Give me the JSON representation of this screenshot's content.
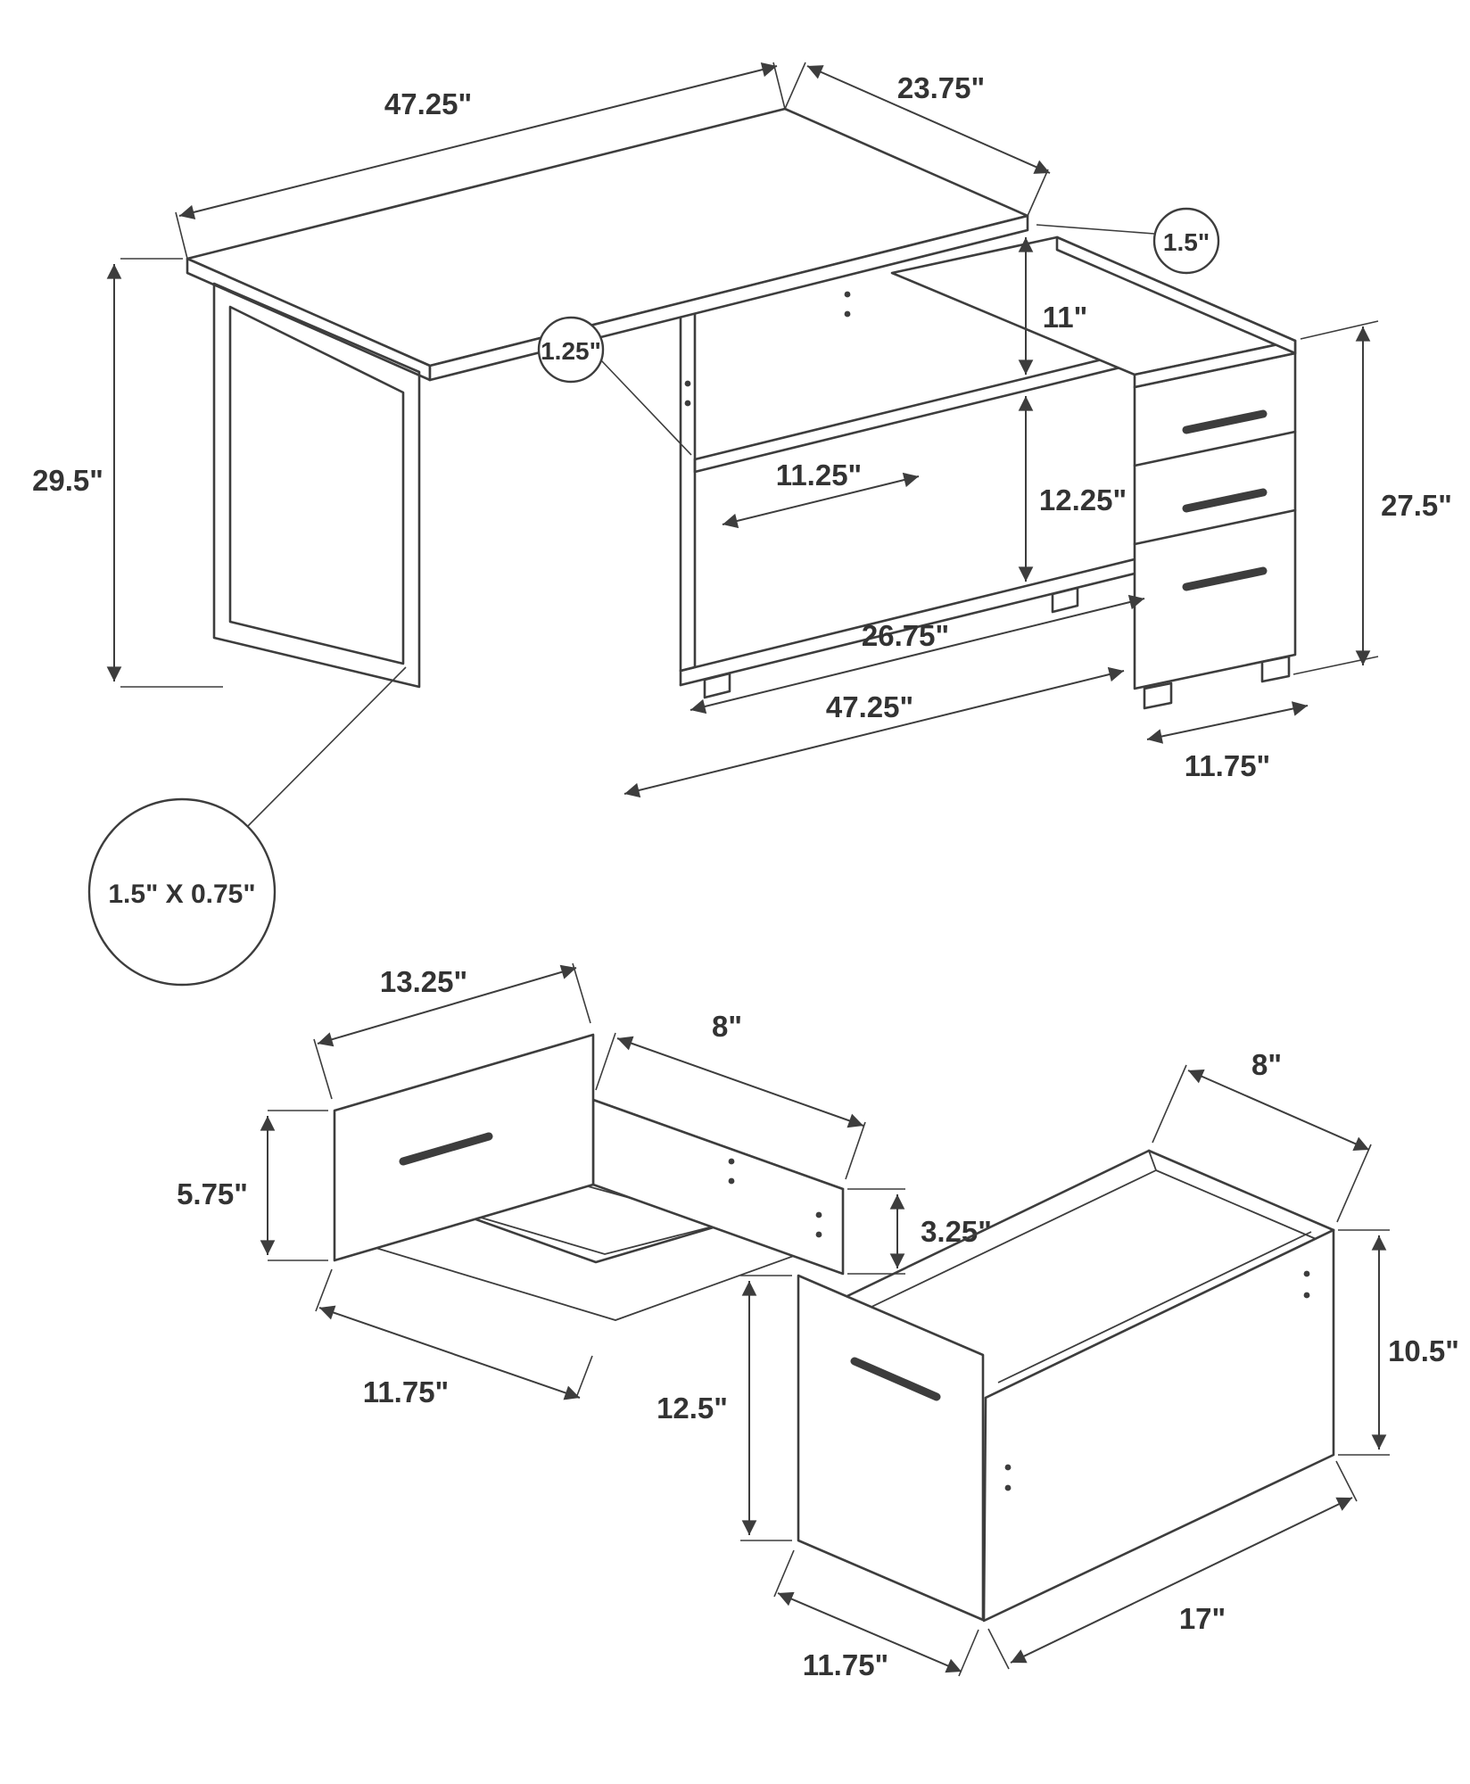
{
  "desk": {
    "top_length": "47.25\"",
    "depth": "23.75\"",
    "top_thickness": "1.5\"",
    "height": "29.5\"",
    "shelf_thickness": "1.25\"",
    "shelf_depth": "11.25\"",
    "upper_opening_height": "11\"",
    "lower_opening_height": "12.25\"",
    "storage_unit_height": "27.5\"",
    "open_storage_width": "26.75\"",
    "return_length": "47.25\"",
    "drawer_bank_width": "11.75\"",
    "leg_profile": "1.5\" X 0.75\""
  },
  "small_drawer": {
    "width": "13.25\"",
    "top_depth": "8\"",
    "front_height": "5.75\"",
    "side_height": "3.25\"",
    "depth": "11.75\""
  },
  "file_drawer": {
    "top_width": "8\"",
    "side_height": "10.5\"",
    "front_height": "12.5\"",
    "depth": "17\"",
    "front_width": "11.75\""
  }
}
